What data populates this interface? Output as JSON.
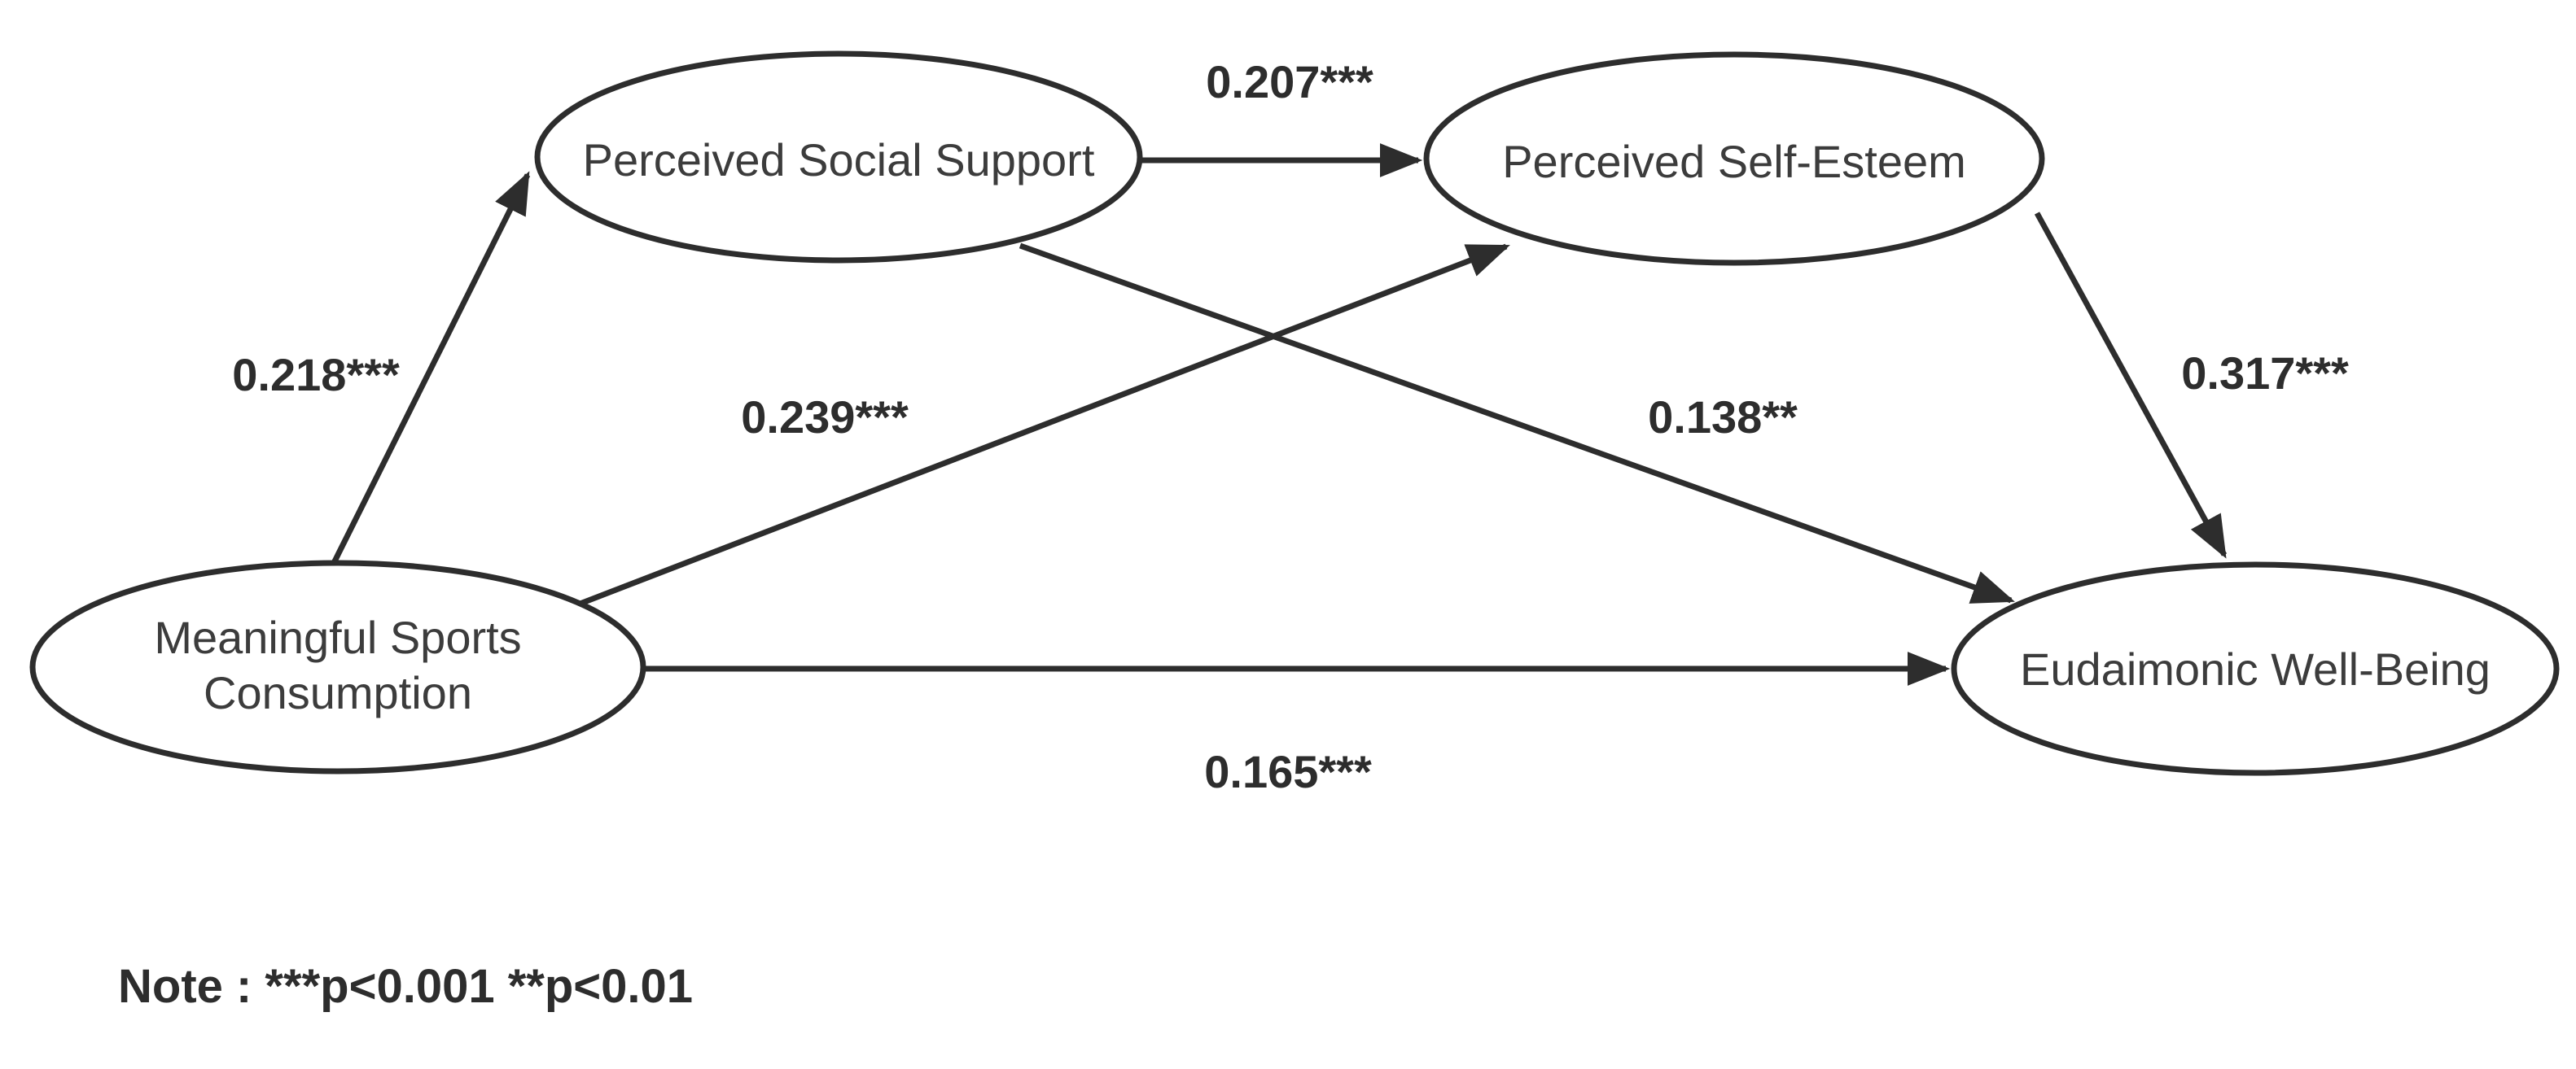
{
  "diagram": {
    "type": "structural-path-model",
    "nodes": [
      {
        "id": "pss",
        "label": "Perceived Social Support"
      },
      {
        "id": "pse",
        "label": "Perceived Self-Esteem"
      },
      {
        "id": "msc",
        "label_line1": "Meaningful Sports",
        "label_line2": "Consumption"
      },
      {
        "id": "ewb",
        "label": "Eudaimonic Well-Being"
      }
    ],
    "edges": [
      {
        "from": "msc",
        "to": "pss",
        "coefficient": "0.218***"
      },
      {
        "from": "pss",
        "to": "pse",
        "coefficient": "0.207***"
      },
      {
        "from": "msc",
        "to": "pse",
        "coefficient": "0.239***"
      },
      {
        "from": "pss",
        "to": "ewb",
        "coefficient": "0.138**"
      },
      {
        "from": "pse",
        "to": "ewb",
        "coefficient": "0.317***"
      },
      {
        "from": "msc",
        "to": "ewb",
        "coefficient": "0.165***"
      }
    ],
    "note": "Note : ***p<0.001 **p<0.01",
    "colors": {
      "ink": "#2d2d2d",
      "node_text": "#3c3c3c",
      "background": "#ffffff"
    }
  }
}
